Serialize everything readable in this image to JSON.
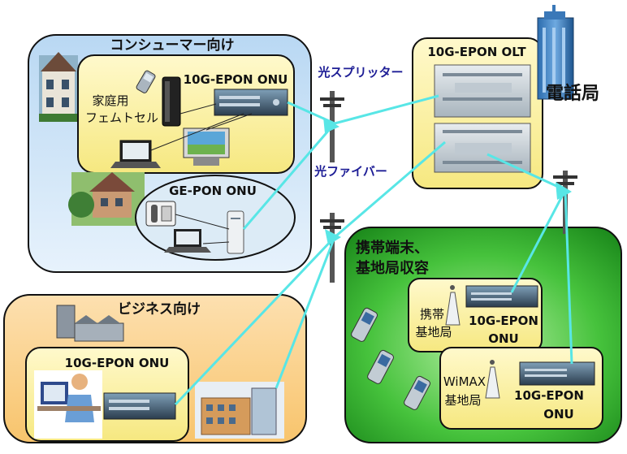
{
  "consumer": {
    "title": "コンシューマー向け",
    "onu_label": "10G-EPON ONU",
    "femto_line1": "家庭用",
    "femto_line2": "フェムトセル",
    "gepon_label": "GE-PON ONU"
  },
  "business": {
    "title": "ビジネス向け",
    "onu_label": "10G-EPON ONU"
  },
  "mobile": {
    "title_line1": "携帯端末、",
    "title_line2": "基地局収容",
    "bs1_line1": "携帯",
    "bs1_line2": "基地局",
    "bs1_onu_line1": "10G-EPON",
    "bs1_onu_line2": "ONU",
    "bs2_line1": "WiMAX",
    "bs2_line2": "基地局",
    "bs2_onu_line1": "10G-EPON",
    "bs2_onu_line2": "ONU"
  },
  "network": {
    "splitter_label": "光スプリッター",
    "fiber_label": "光ファイバー",
    "olt_label": "10G-EPON OLT",
    "office_label": "電話局"
  },
  "colors": {
    "consumer_bg": "#cfe6f8",
    "consumer_inner": "#fdf4b2",
    "business_bg": "#fbd596",
    "mobile_bg": "#2aa52a",
    "fiber_line": "#58e6e6",
    "label_blue": "#1e1e96"
  }
}
